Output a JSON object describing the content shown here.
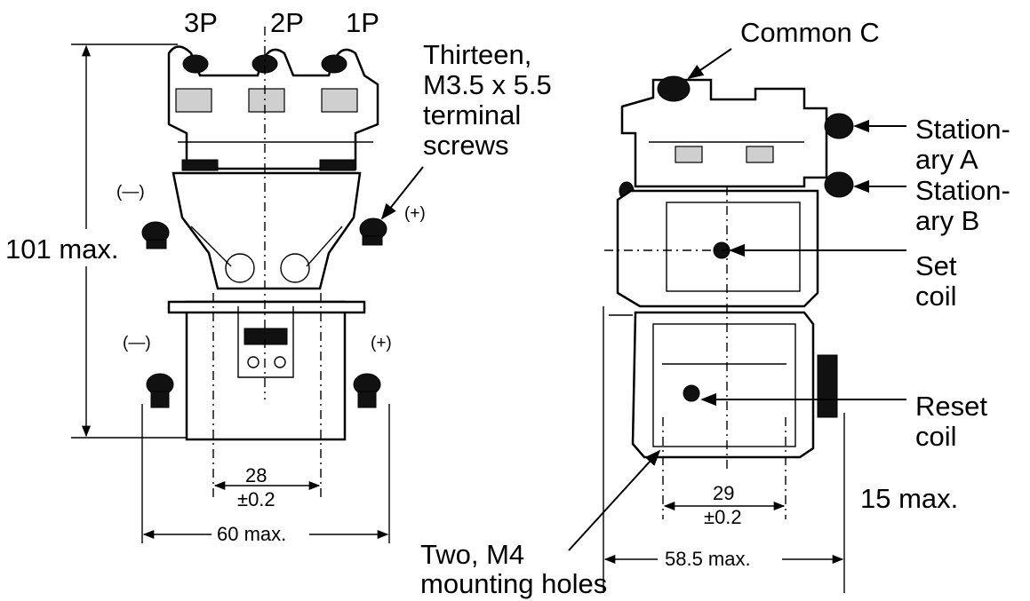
{
  "left_view": {
    "poles": [
      "3P",
      "2P",
      "1P"
    ],
    "terminal_note": [
      "Thirteen,",
      "M3.5 x 5.5",
      "terminal",
      "screws"
    ],
    "height_dim": "101 max.",
    "polarity_neg": "(—)",
    "polarity_pos": "(+)",
    "hole_pitch": [
      "28",
      "±0.2"
    ],
    "width_dim": "60 max."
  },
  "right_view": {
    "common": "Common C",
    "stationary_a": [
      "Station-",
      "ary A"
    ],
    "stationary_b": [
      "Station-",
      "ary B"
    ],
    "set_coil": [
      "Set",
      "coil"
    ],
    "reset_coil": [
      "Reset",
      "coil"
    ],
    "hole_pitch": [
      "29",
      "±0.2"
    ],
    "depth_extra": "15 max.",
    "width_dim": "58.5 max.",
    "mounting_holes": [
      "Two, M4",
      "mounting holes"
    ]
  }
}
